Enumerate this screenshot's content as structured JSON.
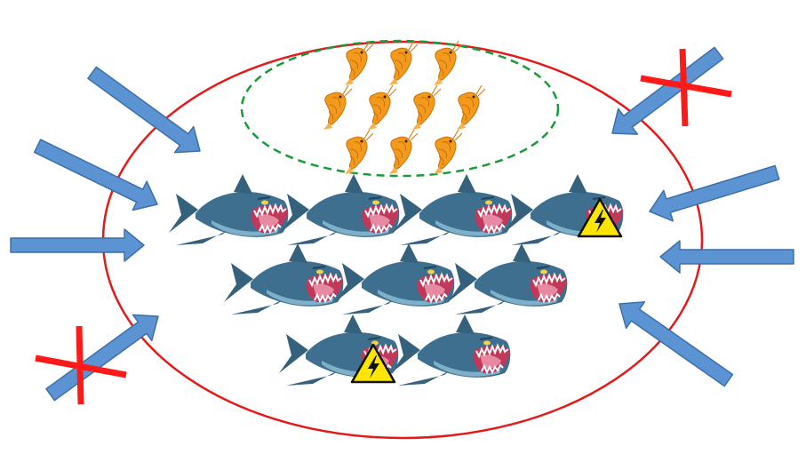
{
  "colors": {
    "outer_boundary": "#e41a1a",
    "inner_boundary": "#1a9a3a",
    "arrow_fill": "#5b93d3",
    "arrow_stroke": "#3d6fa8",
    "cross": "#ff1a1a",
    "shark_body": "#3f6f8e",
    "shark_belly": "#7fb0c9",
    "shark_mouth": "#c0395a",
    "shrimp": "#f39a1c",
    "warning_fill": "#ffe600"
  },
  "icons": {
    "shark": "shark-icon",
    "shrimp": "shrimp-icon",
    "warning": "high-voltage-warning-icon",
    "arrow": "inward-arrow-icon",
    "cross": "red-cross-icon"
  },
  "counts": {
    "sharks": 9,
    "sharks_with_warning": 2,
    "shrimp": 10,
    "arrows": 8,
    "crossed_arrows": 2
  }
}
